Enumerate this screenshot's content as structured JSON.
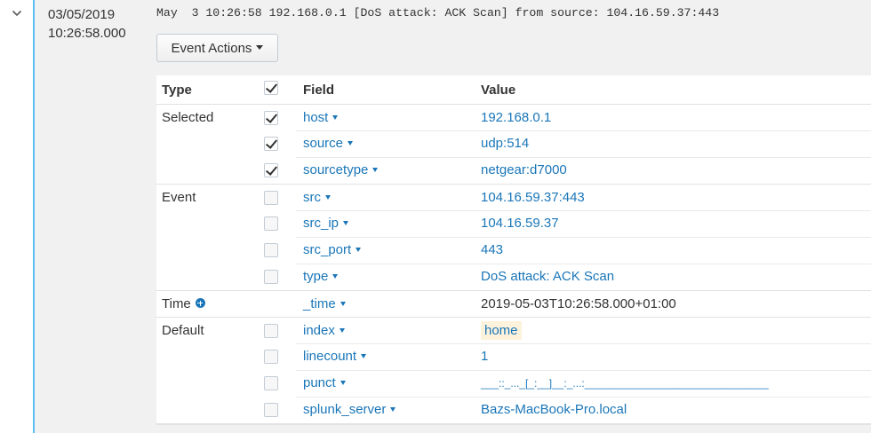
{
  "event": {
    "date": "03/05/2019",
    "time": "10:26:58.000",
    "raw": "May  3 10:26:58 192.168.0.1 [DoS attack: ACK Scan] from source: 104.16.59.37:443",
    "actions_label": "Event Actions"
  },
  "table": {
    "headers": {
      "type": "Type",
      "field": "Field",
      "value": "Value"
    },
    "groups": {
      "selected": "Selected",
      "event": "Event",
      "time": "Time",
      "default": "Default"
    },
    "rows": [
      {
        "field": "host",
        "value": "192.168.0.1",
        "checked": true
      },
      {
        "field": "source",
        "value": "udp:514",
        "checked": true
      },
      {
        "field": "sourcetype",
        "value": "netgear:d7000",
        "checked": true
      },
      {
        "field": "src",
        "value": "104.16.59.37:443",
        "checked": false
      },
      {
        "field": "src_ip",
        "value": "104.16.59.37",
        "checked": false
      },
      {
        "field": "src_port",
        "value": "443",
        "checked": false
      },
      {
        "field": "type",
        "value": "DoS attack: ACK Scan",
        "checked": false
      },
      {
        "field": "_time",
        "value": "2019-05-03T10:26:58.000+01:00"
      },
      {
        "field": "index",
        "value": "home",
        "checked": false
      },
      {
        "field": "linecount",
        "value": "1",
        "checked": false
      },
      {
        "field": "punct",
        "value": "___::_..._[_:__]__:_...:_______________________________",
        "checked": false
      },
      {
        "field": "splunk_server",
        "value": "Bazs-MacBook-Pro.local",
        "checked": false
      }
    ]
  },
  "colors": {
    "accent": "#5cc0f2",
    "link": "#1a76b8",
    "highlight": "#fdf2dc"
  }
}
